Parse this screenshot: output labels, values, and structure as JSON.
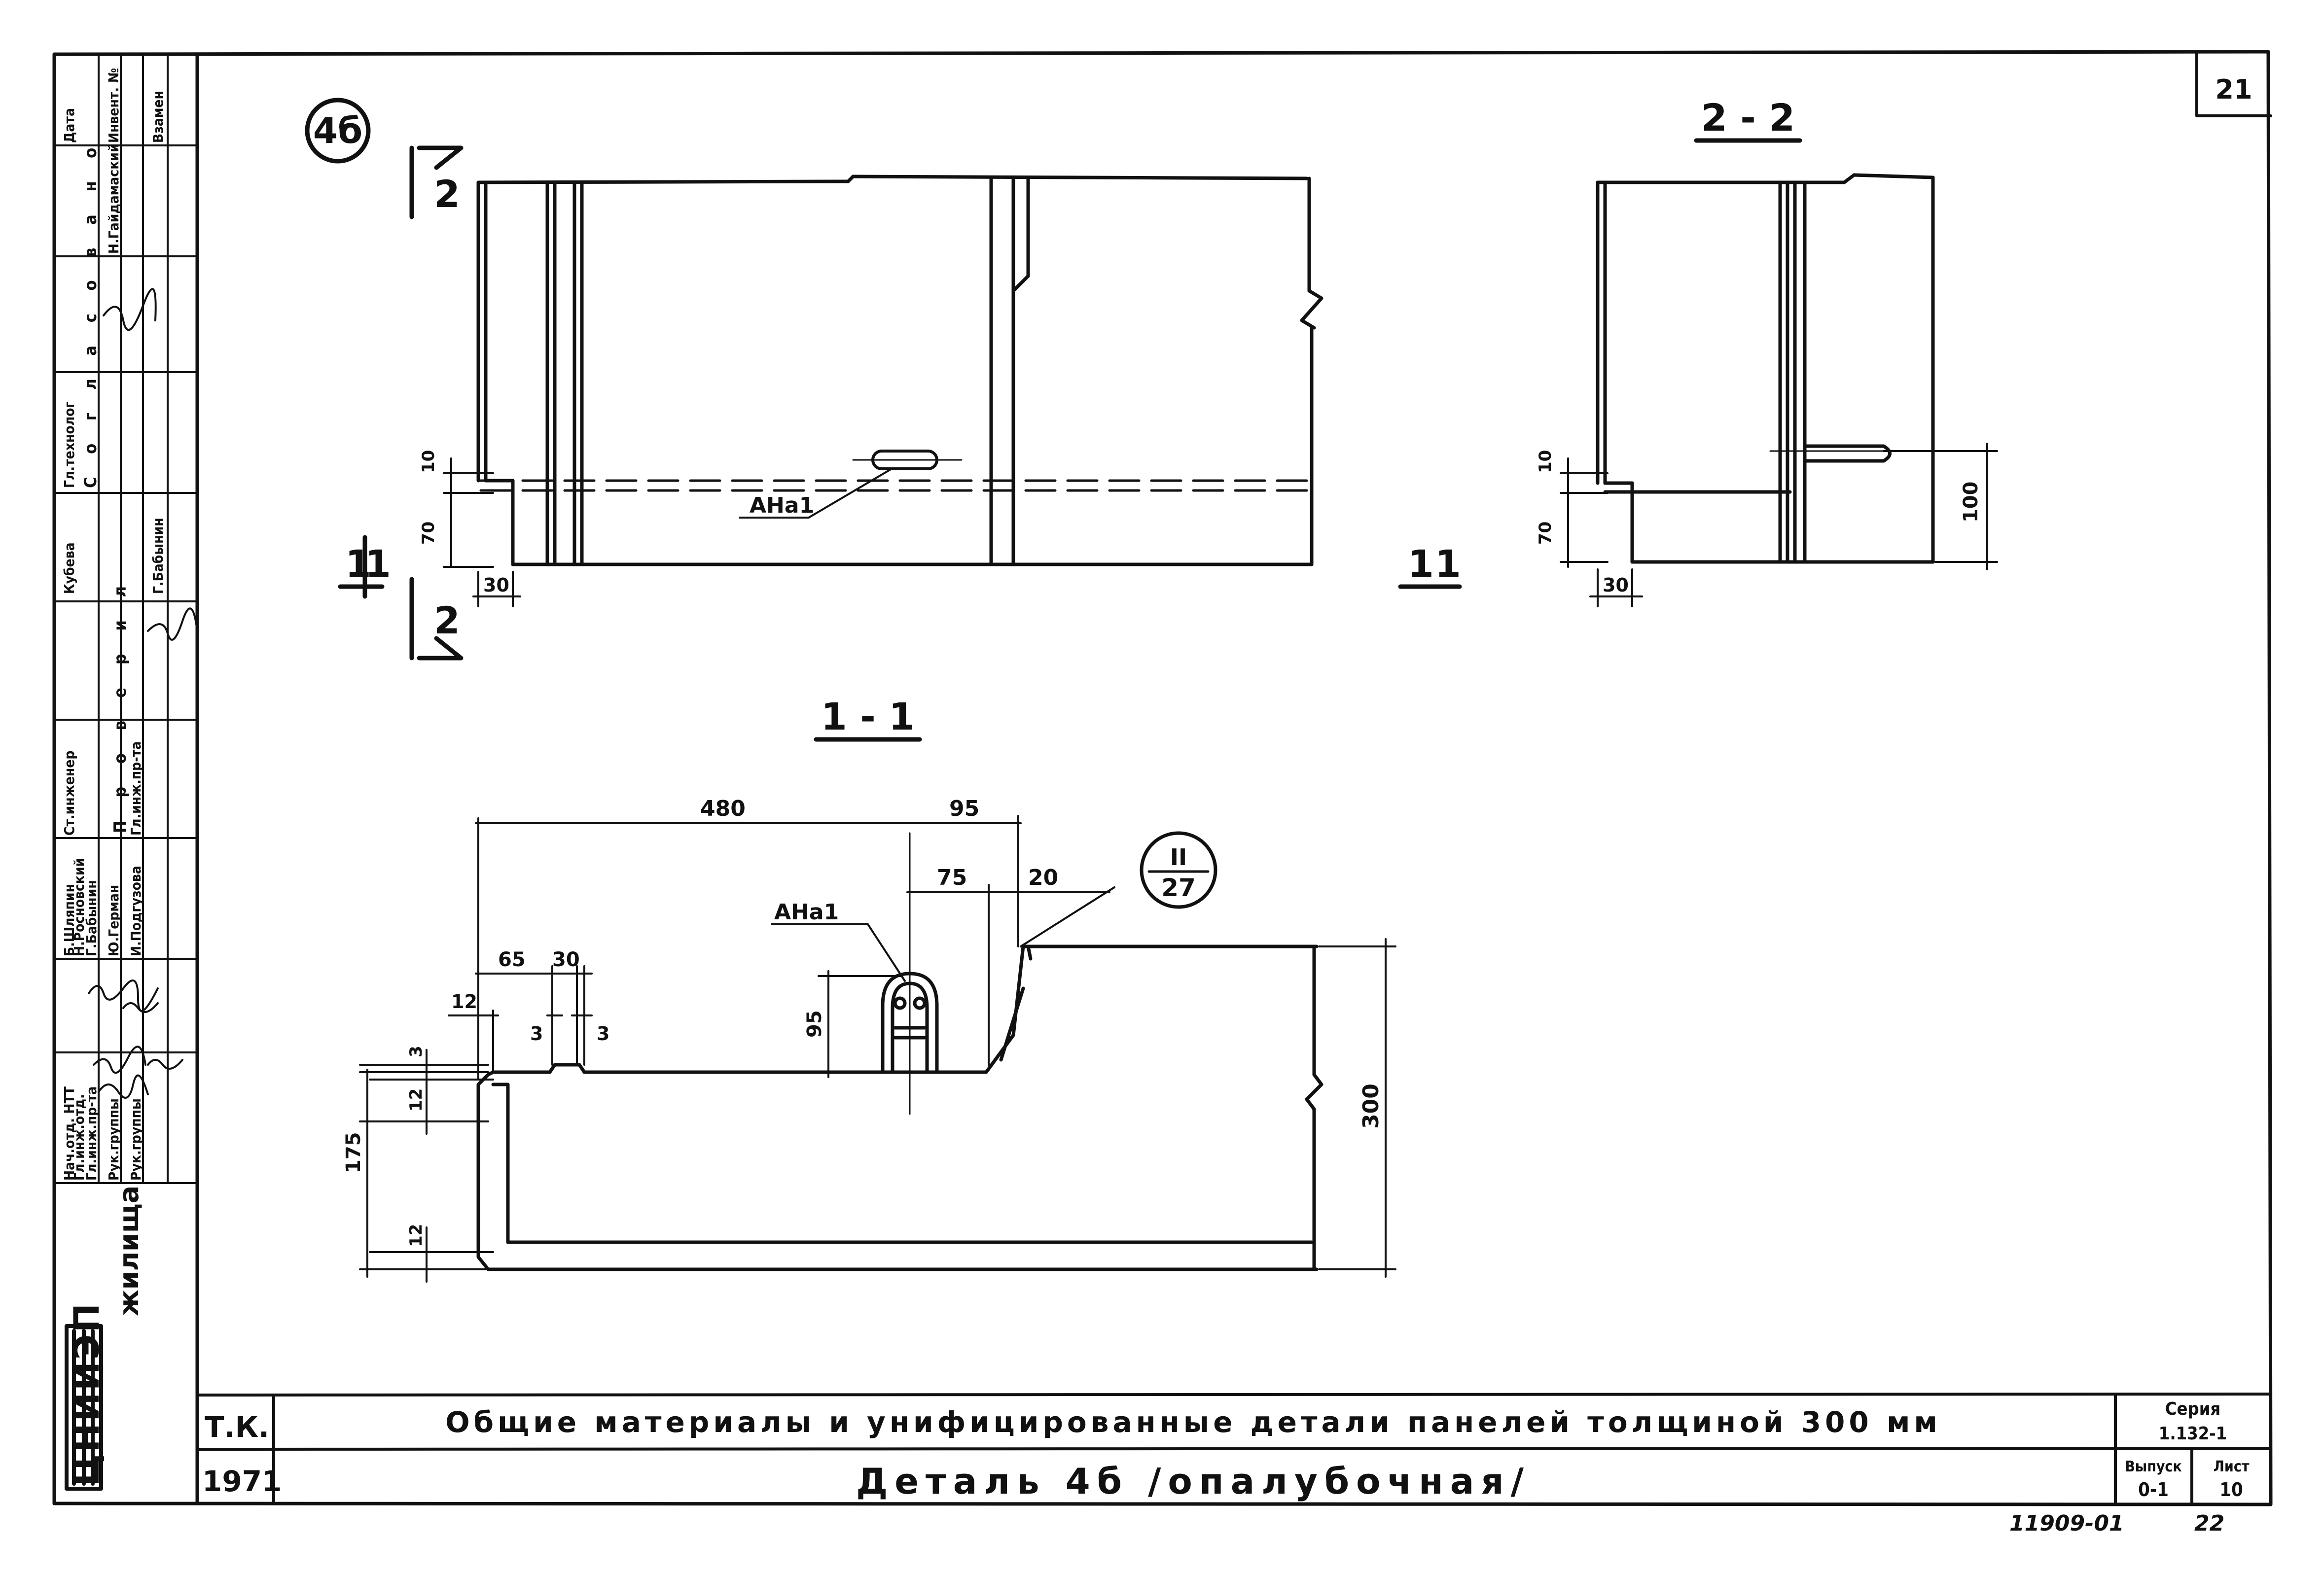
{
  "sheet": {
    "page_number": "21",
    "series_label": "Серия",
    "series_value": "1.132-1",
    "issue_label": "Выпуск",
    "issue_value": "0-1",
    "sheet_label": "Лист",
    "sheet_value": "10",
    "left_code": "Т.К.",
    "year": "1971",
    "title_line1": "Общие материалы и унифицированные детали панелей толщиной 300 мм",
    "title_line2": "Деталь 4б /опалубочная/",
    "archive_number": "11909-01",
    "page_code": "22",
    "org_name": "ЦНИИЭП",
    "org_suffix": "жилища"
  },
  "stamp": {
    "columns": [
      {
        "role": "Нач.отд. НТТ",
        "name": "Б.Шляпин"
      },
      {
        "role": "Гл.инж.отд.",
        "name": "Н.Росновский"
      },
      {
        "role": "Гл.инж.пр-та",
        "name": "Г.Бабынин"
      },
      {
        "role": "Рук.группы",
        "name": "Ю.Герман"
      },
      {
        "role": "Рук.группы",
        "name": "И.Подгузова"
      }
    ],
    "check_header": "П р о в е р и л",
    "check_roles": [
      "Ст.инженер",
      "Гл.инж.пр-та"
    ],
    "check_names": [
      "Г.Бабынин"
    ],
    "agreed_header": "С о г л а с о в а н о",
    "agreed_roles": [
      "Гл.технолог"
    ],
    "agreed_names": [
      "Н.Гайдамаский"
    ],
    "top_labels": [
      "Дата",
      "Инвент. №",
      "Взамен"
    ],
    "extra_label": "Кубева"
  },
  "drawing": {
    "detail_mark": "4б",
    "section_11": "1 - 1",
    "section_22": "2 - 2",
    "section_mark_1": "1",
    "section_mark_2": "2",
    "rebar_label": "АНа1",
    "node_ref_top": "II",
    "node_ref_bottom": "27",
    "dims": {
      "d10a": "10",
      "d70a": "70",
      "d30a": "30",
      "d10b": "10",
      "d70b": "70",
      "d30b": "30",
      "d100": "100",
      "d480": "480",
      "d95": "95",
      "d75": "75",
      "d20": "20",
      "d65": "65",
      "d30c": "30",
      "d12a": "12",
      "d3a": "3",
      "d3b": "3",
      "d3c": "3",
      "d95v": "95",
      "d12b": "12",
      "d175": "175",
      "d12c": "12",
      "d300": "300"
    }
  }
}
